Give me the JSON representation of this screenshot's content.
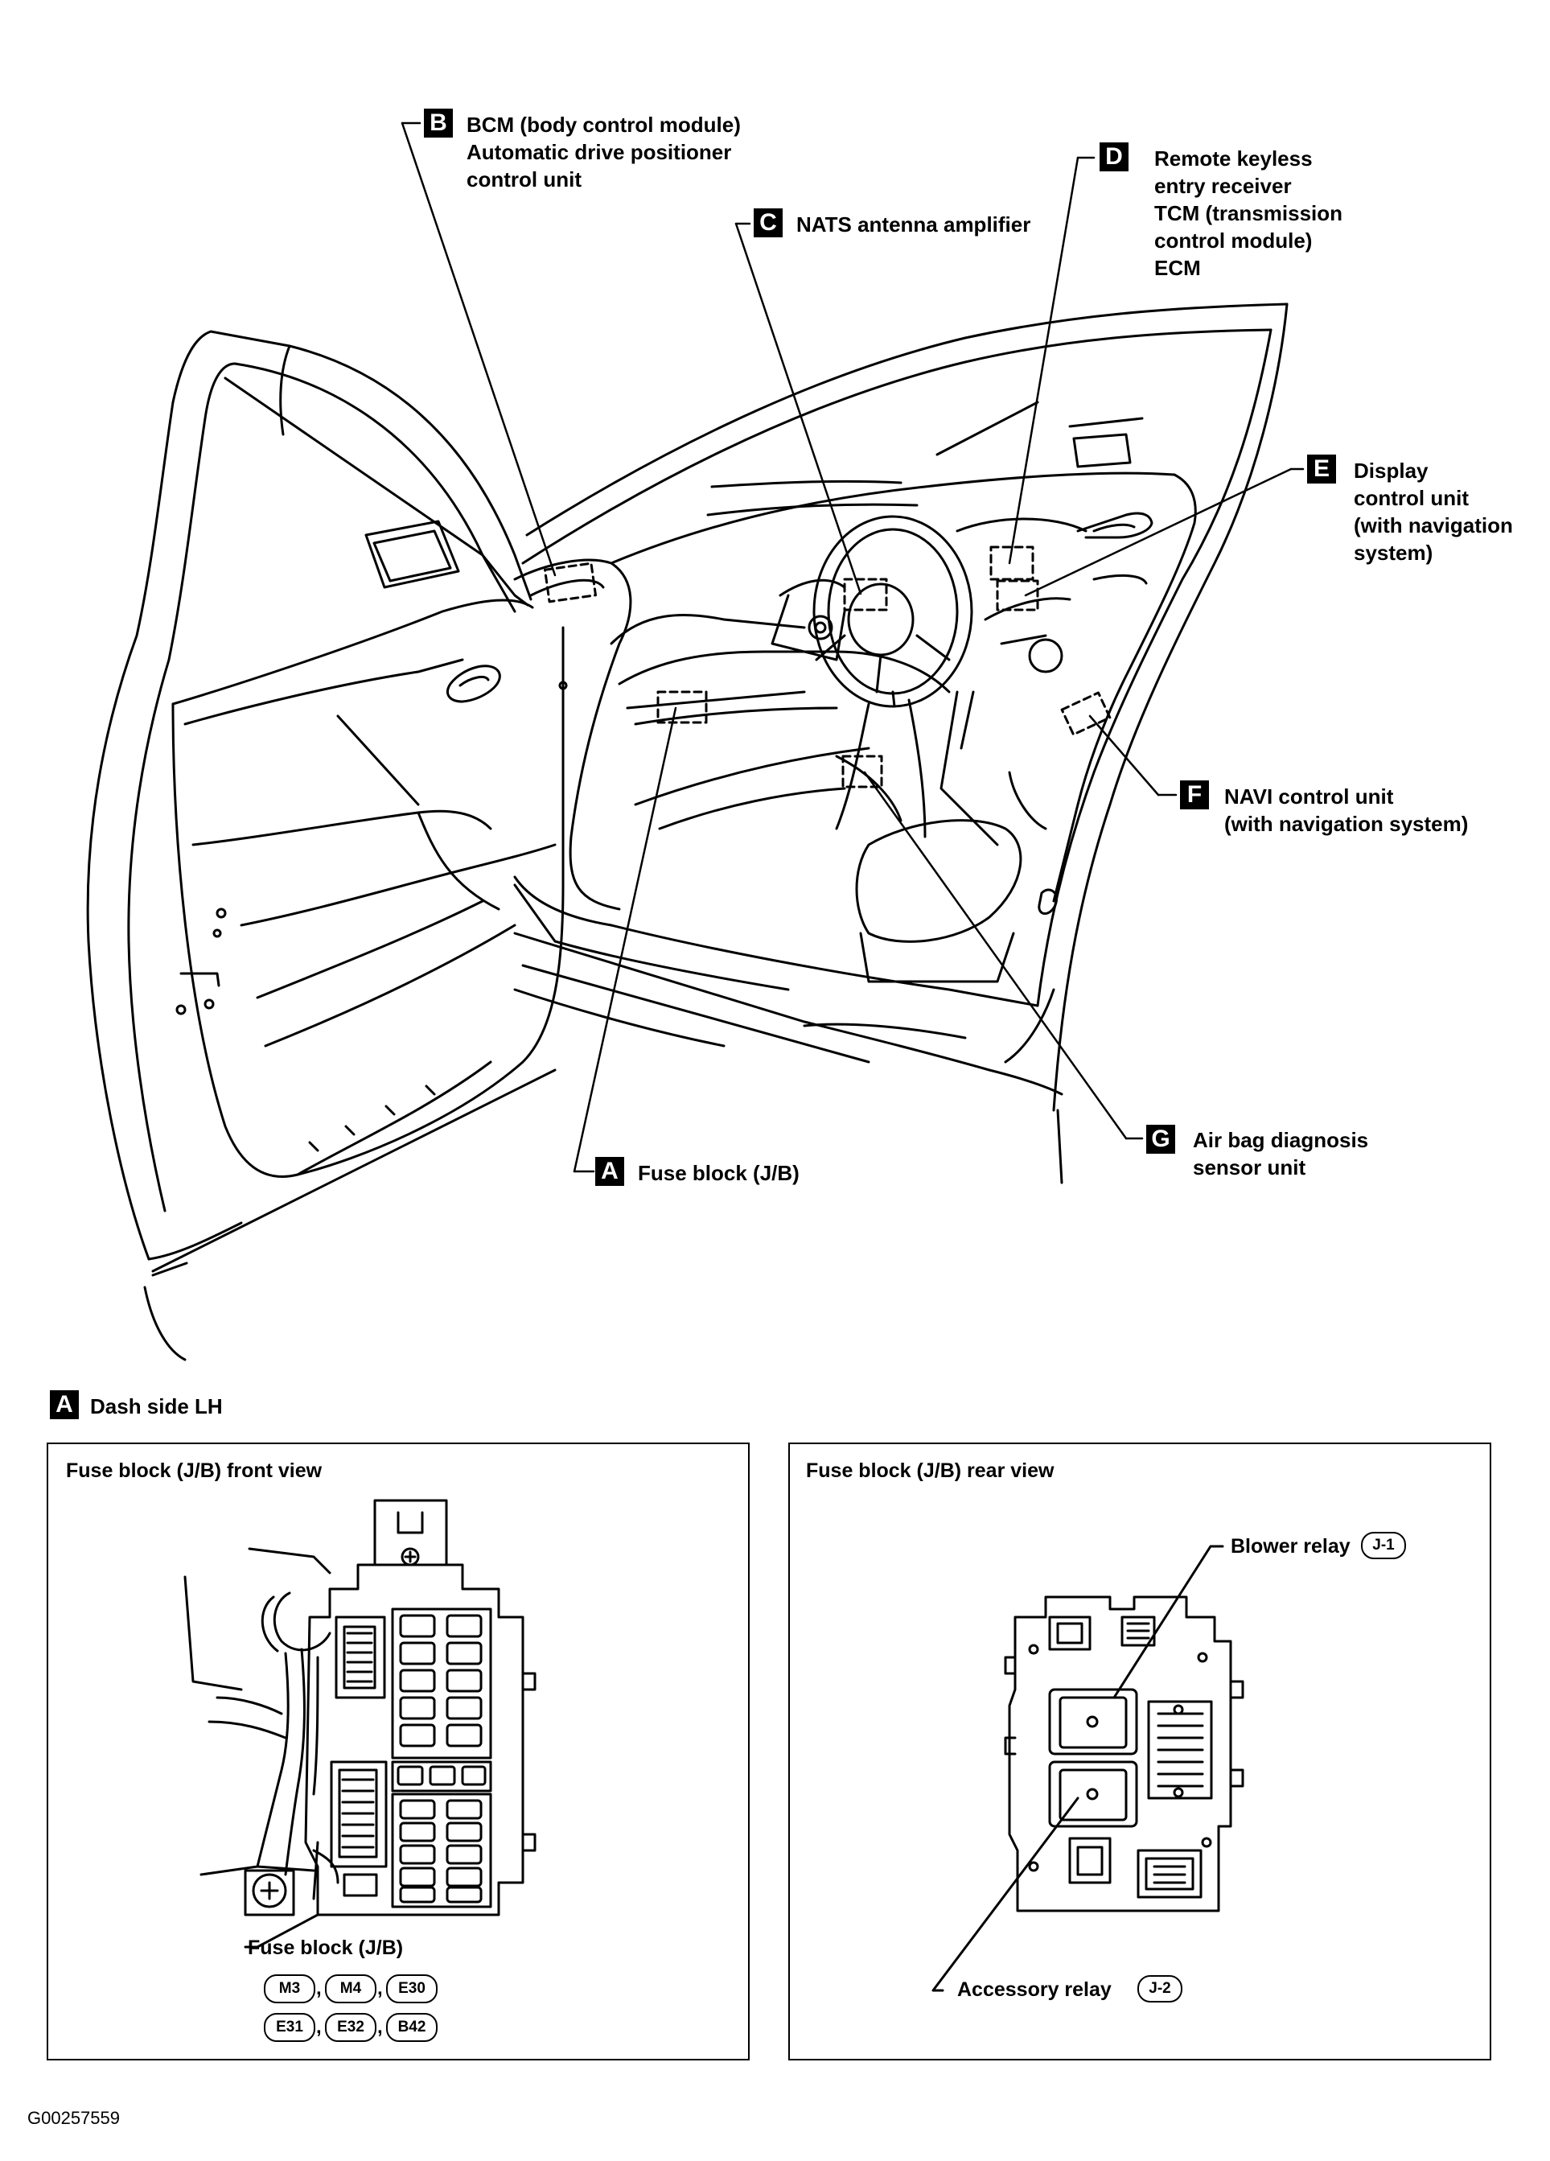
{
  "callouts": [
    {
      "badge": "B",
      "lines": [
        "BCM (body control module)",
        "Automatic drive positioner",
        "control unit"
      ]
    },
    {
      "badge": "C",
      "lines": [
        "NATS antenna amplifier"
      ]
    },
    {
      "badge": "D",
      "lines": [
        "Remote keyless",
        "entry receiver",
        "TCM (transmission",
        "control module)",
        "ECM"
      ]
    },
    {
      "badge": "E",
      "lines": [
        "Display",
        "control unit",
        "(with navigation",
        "system)"
      ]
    },
    {
      "badge": "F",
      "lines": [
        "NAVI control unit",
        "(with navigation system)"
      ]
    },
    {
      "badge": "G",
      "lines": [
        "Air bag diagnosis",
        "sensor unit"
      ]
    },
    {
      "badge": "A",
      "lines": [
        "Fuse block (J/B)"
      ]
    }
  ],
  "section": {
    "badge": "A",
    "title": "Dash side LH"
  },
  "front_panel": {
    "title": "Fuse block (J/B) front view",
    "label": "Fuse block (J/B)",
    "connectors": [
      "M3",
      "M4",
      "E30",
      "E31",
      "E32",
      "B42"
    ]
  },
  "rear_panel": {
    "title": "Fuse block (J/B) rear view",
    "blower": {
      "label": "Blower relay",
      "code": "J-1"
    },
    "accessory": {
      "label": "Accessory relay",
      "code": "J-2"
    }
  },
  "figure_id": "G00257559"
}
